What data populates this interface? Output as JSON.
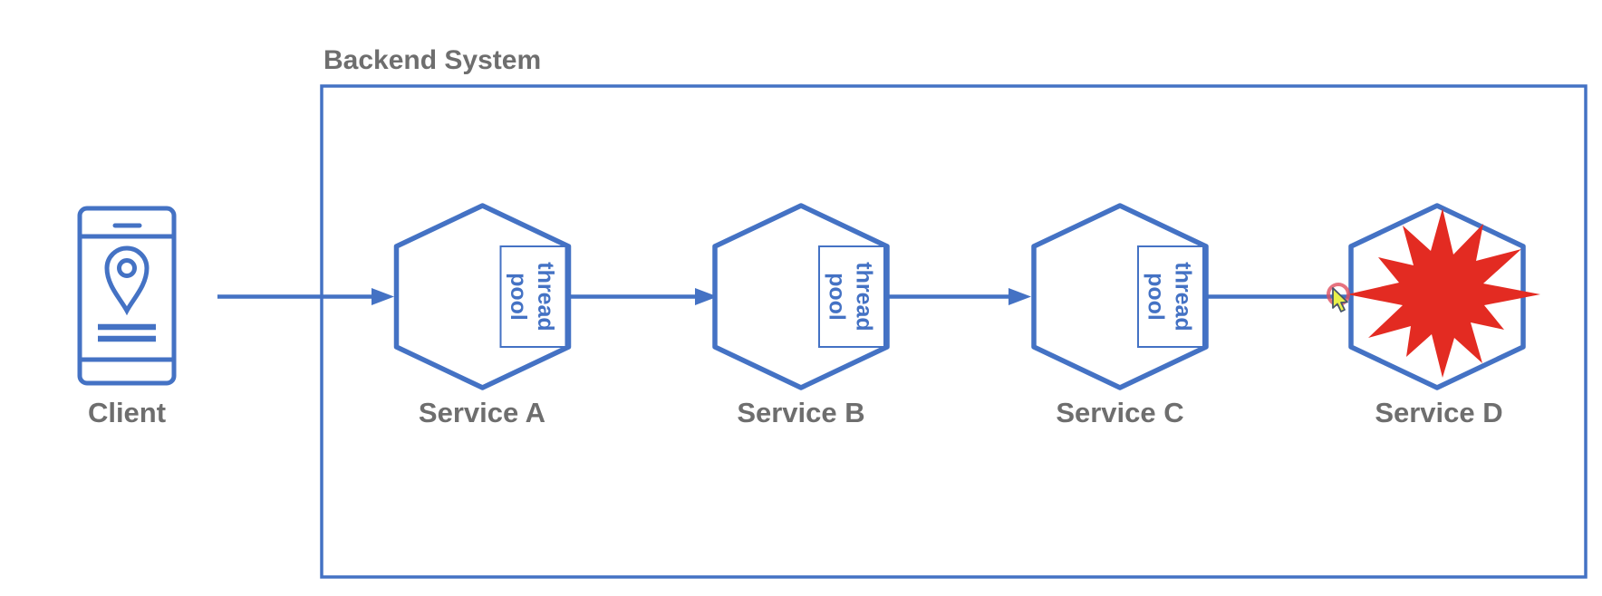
{
  "colors": {
    "blue": "#4472c4",
    "gray_text": "#6e6e6e",
    "red": "#e32b22",
    "cursor_ring": "#e04f5f",
    "cursor_fill": "#e9f049",
    "cursor_outline": "#475569"
  },
  "diagram": {
    "title": "Backend System",
    "client": {
      "label": "Client",
      "icon": "smartphone-location-icon"
    },
    "services": [
      {
        "label": "Service A",
        "thread_pool": {
          "line1": "thread",
          "line2": "pool"
        }
      },
      {
        "label": "Service B",
        "thread_pool": {
          "line1": "thread",
          "line2": "pool"
        }
      },
      {
        "label": "Service C",
        "thread_pool": {
          "line1": "thread",
          "line2": "pool"
        }
      },
      {
        "label": "Service D",
        "status_icon": "explosion-burst-icon"
      }
    ],
    "connections": [
      {
        "from": "Client",
        "to": "Service A",
        "arrow": true
      },
      {
        "from": "Service A",
        "to": "Service B",
        "arrow": true
      },
      {
        "from": "Service B",
        "to": "Service C",
        "arrow": true
      },
      {
        "from": "Service C",
        "to": "Service D",
        "arrow": false
      }
    ],
    "cursor": {
      "icon": "mouse-pointer-click-highlight"
    }
  }
}
